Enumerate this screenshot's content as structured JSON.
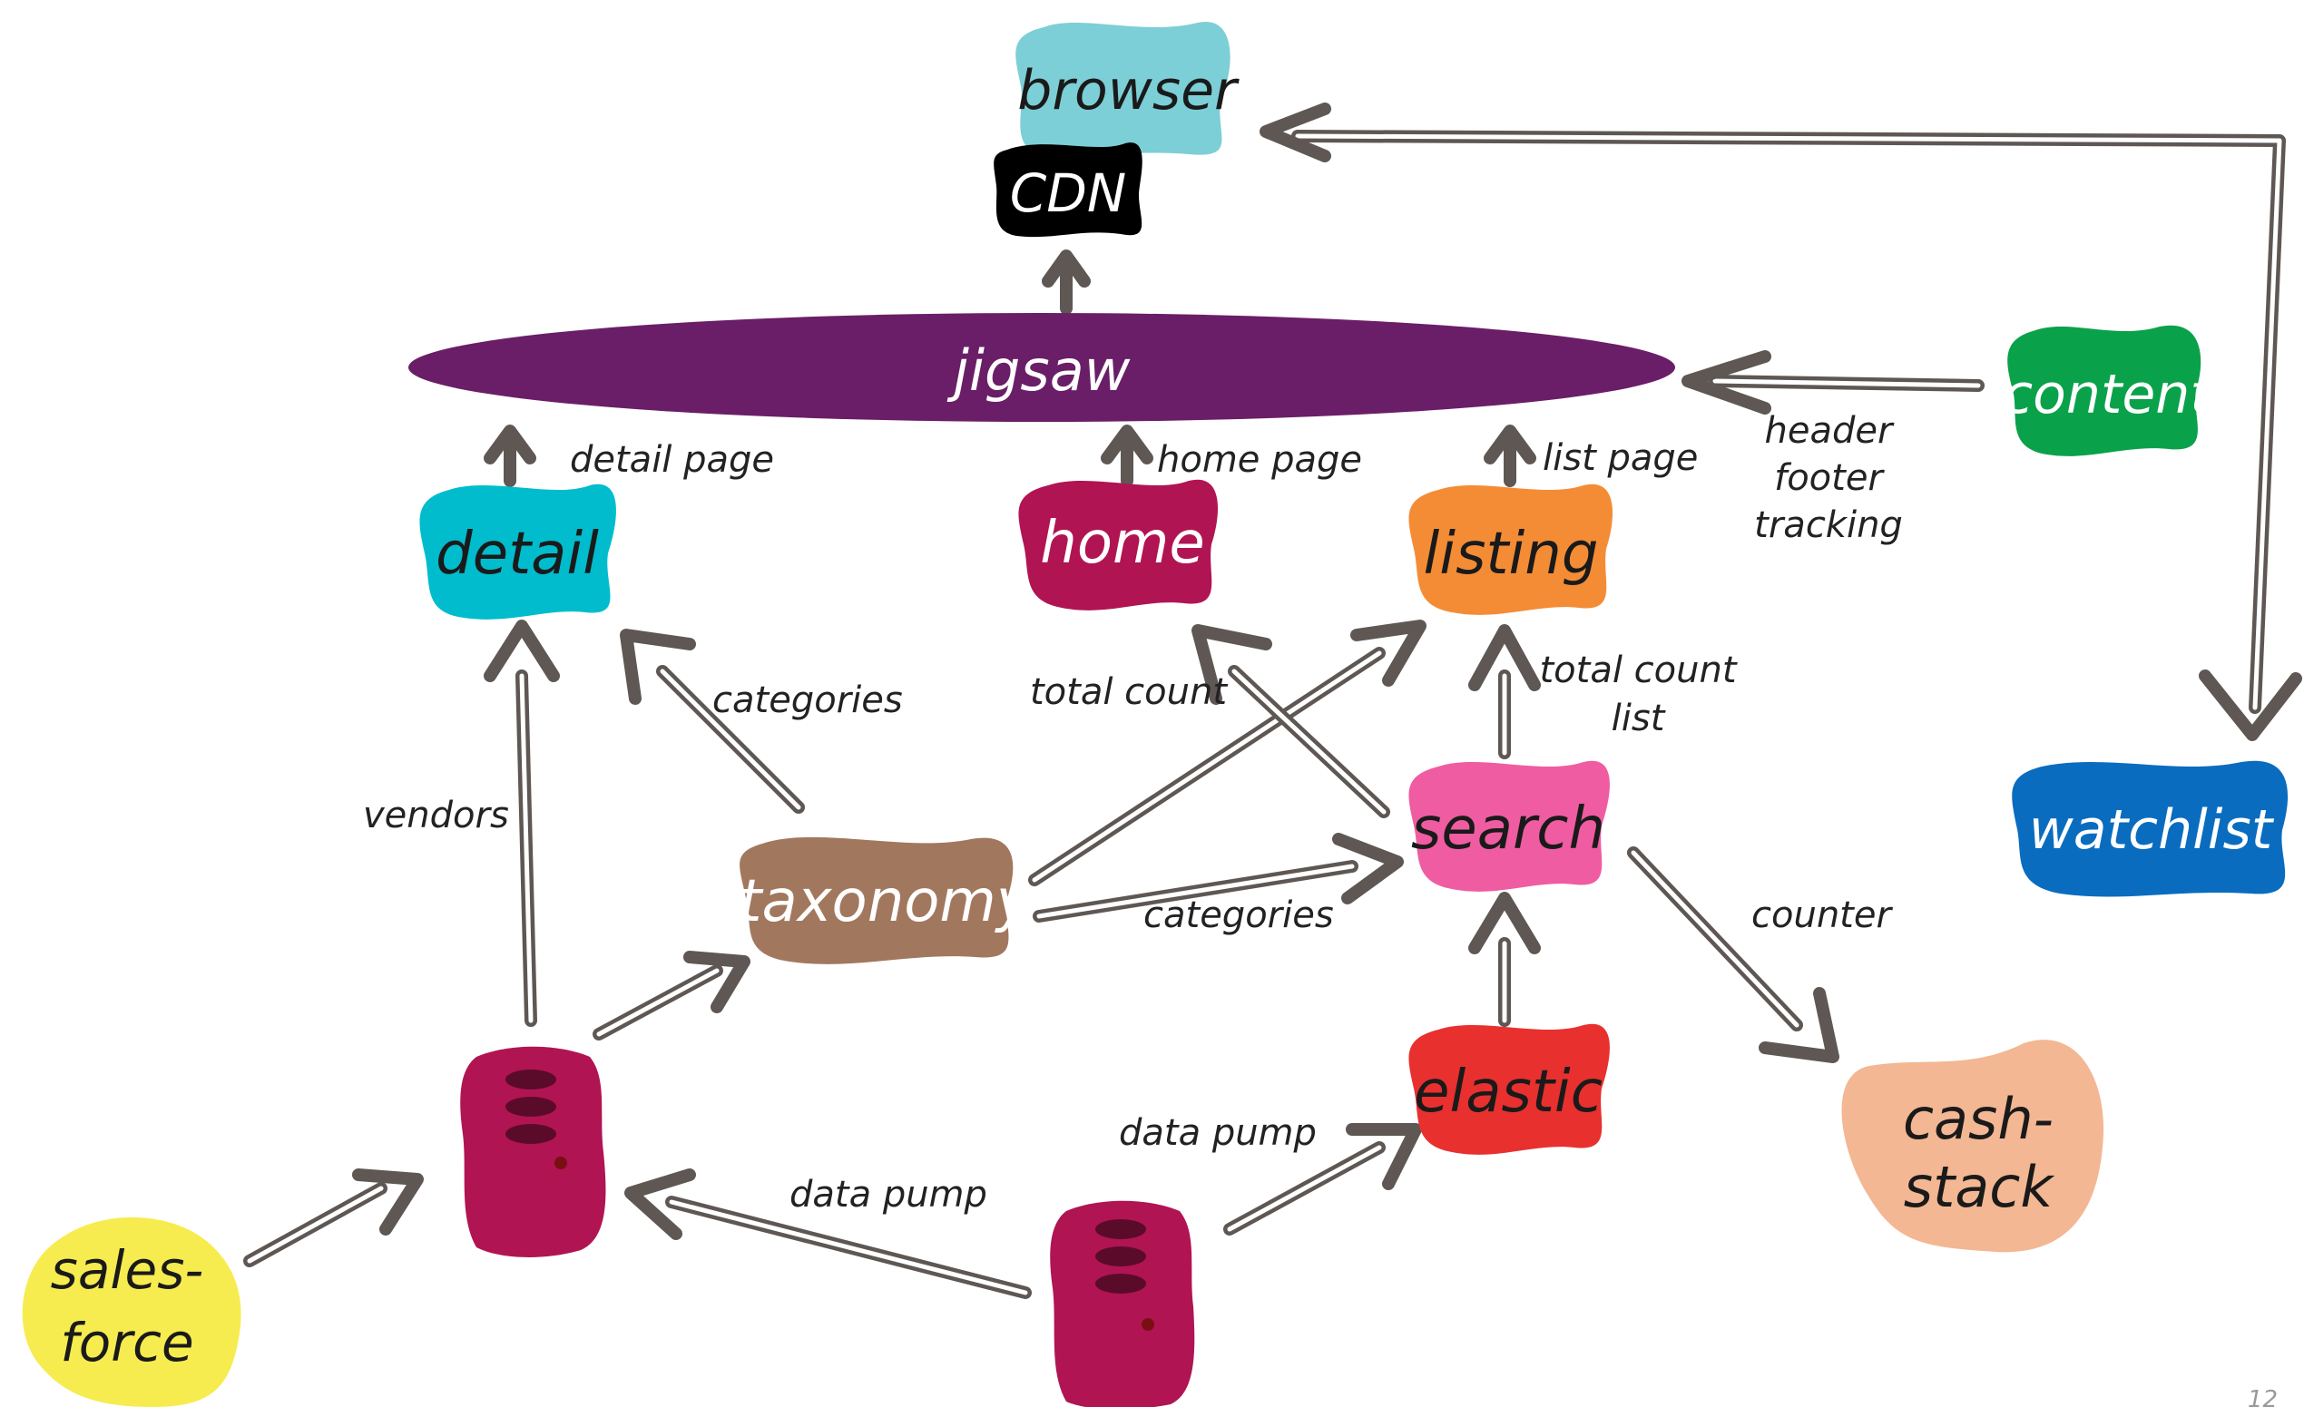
{
  "nodes": {
    "browser": {
      "label": "browser",
      "color": "#7ccfd6"
    },
    "cdn": {
      "label": "CDN",
      "color": "#000000"
    },
    "jigsaw": {
      "label": "jigsaw",
      "color": "#6a1e67"
    },
    "content": {
      "label": "content",
      "color": "#0aa14b"
    },
    "watchlist": {
      "label": "watchlist",
      "color": "#0a6cbf"
    },
    "detail": {
      "label": "detail",
      "color": "#00bccd"
    },
    "home": {
      "label": "home",
      "color": "#b11452"
    },
    "listing": {
      "label": "listing",
      "color": "#f48c36"
    },
    "search": {
      "label": "search",
      "color": "#ef5ca1"
    },
    "taxonomy": {
      "label": "taxonomy",
      "color": "#a1785e"
    },
    "elastic": {
      "label": "elastic",
      "color": "#e8302f"
    },
    "cashstack": {
      "label": [
        "cash-",
        "stack"
      ],
      "color": "#f3b793"
    },
    "salesforce": {
      "label": [
        "sales-",
        "force"
      ],
      "color": "#f7ec4f"
    },
    "database": {
      "color": "#b11452",
      "slot_color": "#5a0b2a",
      "dot_color": "#7a0f12"
    }
  },
  "edge_labels": {
    "detail_page": "detail page",
    "home_page": "home page",
    "list_page": "list page",
    "header": "header",
    "footer": "footer",
    "tracking": "tracking",
    "categories_detail": "categories",
    "total_count_home": "total count",
    "total_count_listing": "total count",
    "list": "list",
    "vendors": "vendors",
    "categories_search": "categories",
    "counter": "counter",
    "data_pump_elastic": "data pump",
    "data_pump_db": "data pump"
  },
  "page_number": "12",
  "arrow_color": "#5e5753"
}
